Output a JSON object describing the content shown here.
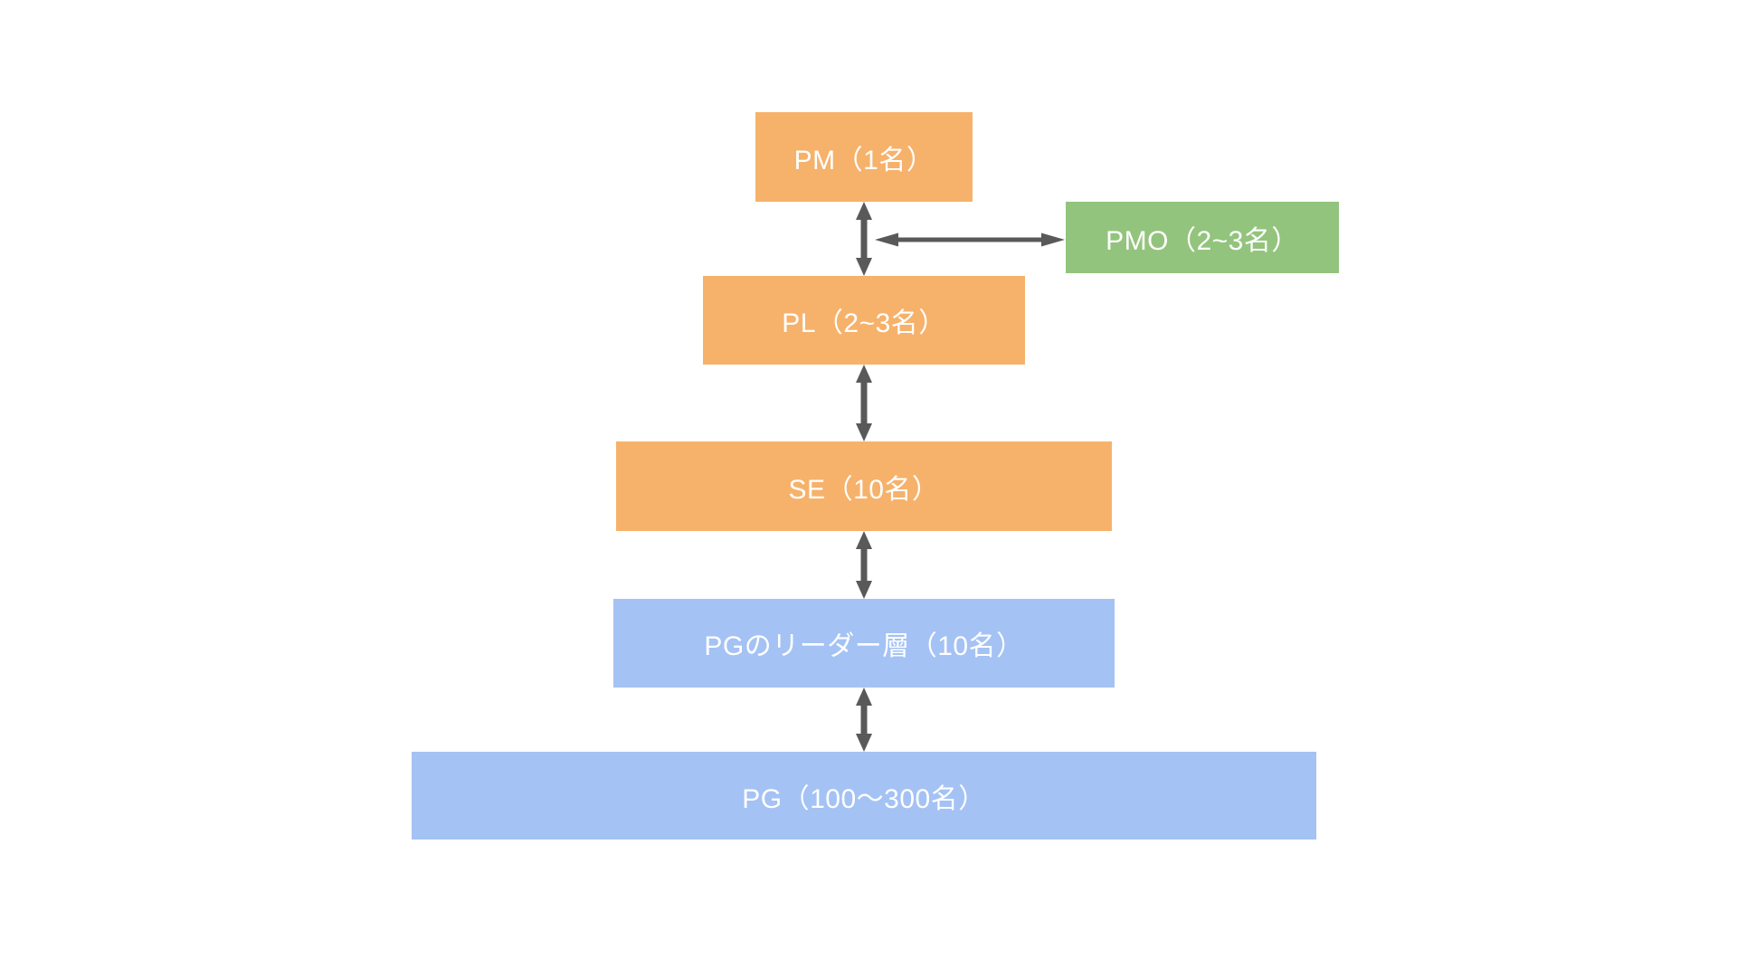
{
  "colors": {
    "background": "#ffffff",
    "orange": "#F6B26B",
    "green": "#93C47D",
    "blue": "#A4C2F4",
    "arrow": "#595959",
    "text": "#ffffff"
  },
  "diagram": {
    "type": "org-hierarchy",
    "nodes": [
      {
        "id": "pm",
        "label": "PM（1名）",
        "role": "orange",
        "level": 1
      },
      {
        "id": "pmo",
        "label": "PMO（2~3名）",
        "role": "green",
        "level": 1
      },
      {
        "id": "pl",
        "label": "PL（2~3名）",
        "role": "orange",
        "level": 2
      },
      {
        "id": "se",
        "label": "SE（10名）",
        "role": "orange",
        "level": 3
      },
      {
        "id": "pg_leader",
        "label": "PGのリーダー層（10名）",
        "role": "blue",
        "level": 4
      },
      {
        "id": "pg",
        "label": "PG（100〜300名）",
        "role": "blue",
        "level": 5
      }
    ],
    "edges": [
      {
        "from": "pm",
        "to": "pl",
        "type": "bidirectional-vertical"
      },
      {
        "from": "pm",
        "to": "pmo",
        "type": "bidirectional-horizontal"
      },
      {
        "from": "pl",
        "to": "se",
        "type": "bidirectional-vertical"
      },
      {
        "from": "se",
        "to": "pg_leader",
        "type": "bidirectional-vertical"
      },
      {
        "from": "pg_leader",
        "to": "pg",
        "type": "bidirectional-vertical"
      }
    ]
  }
}
